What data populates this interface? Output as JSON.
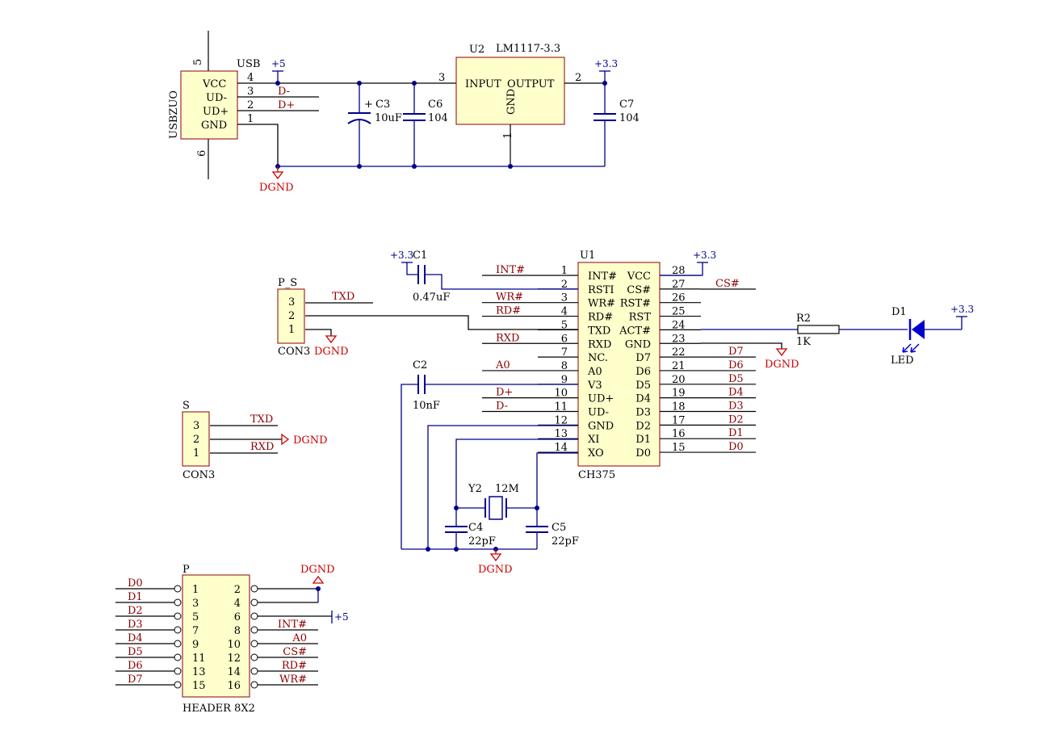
{
  "power_section": {
    "usb_connector": {
      "designator": "USBZUO",
      "label": "USB",
      "pins": [
        "VCC",
        "UD-",
        "UD+",
        "GND"
      ],
      "pin_numbers": [
        "4",
        "3",
        "2",
        "1"
      ],
      "mount_pins": [
        "5",
        "6"
      ]
    },
    "regulator": {
      "designator": "U2",
      "part": "LM1117-3.3",
      "input": "INPUT",
      "output": "OUTPUT",
      "gnd": "GND",
      "pin_in": "3",
      "pin_out": "2",
      "pin_gnd": "1"
    },
    "nets": {
      "dplus": "D+",
      "dminus": "D-"
    },
    "power_5v": "+5",
    "power_33": "+3.3",
    "c3": {
      "ref": "C3",
      "value": "10uF",
      "pol": "+"
    },
    "c6": {
      "ref": "C6",
      "value": "104"
    },
    "c7": {
      "ref": "C7",
      "value": "104"
    },
    "gnd": "DGND"
  },
  "ch375_section": {
    "chip": {
      "designator": "U1",
      "part": "CH375",
      "left_pins": [
        {
          "num": "1",
          "name": "INT#",
          "net": "INT#"
        },
        {
          "num": "2",
          "name": "RSTI",
          "net": ""
        },
        {
          "num": "3",
          "name": "WR#",
          "net": "WR#"
        },
        {
          "num": "4",
          "name": "RD#",
          "net": "RD#"
        },
        {
          "num": "5",
          "name": "TXD",
          "net": ""
        },
        {
          "num": "6",
          "name": "RXD",
          "net": "RXD"
        },
        {
          "num": "7",
          "name": "NC.",
          "net": ""
        },
        {
          "num": "8",
          "name": "A0",
          "net": "A0"
        },
        {
          "num": "9",
          "name": "V3",
          "net": ""
        },
        {
          "num": "10",
          "name": "UD+",
          "net": "D+"
        },
        {
          "num": "11",
          "name": "UD-",
          "net": "D-"
        },
        {
          "num": "12",
          "name": "GND",
          "net": ""
        },
        {
          "num": "13",
          "name": "XI",
          "net": ""
        },
        {
          "num": "14",
          "name": "XO",
          "net": ""
        }
      ],
      "right_pins": [
        {
          "num": "28",
          "name": "VCC",
          "net": ""
        },
        {
          "num": "27",
          "name": "CS#",
          "net": "CS#"
        },
        {
          "num": "26",
          "name": "RST#",
          "net": ""
        },
        {
          "num": "25",
          "name": "RST",
          "net": ""
        },
        {
          "num": "24",
          "name": "ACT#",
          "net": ""
        },
        {
          "num": "23",
          "name": "GND",
          "net": ""
        },
        {
          "num": "22",
          "name": "D7",
          "net": "D7"
        },
        {
          "num": "21",
          "name": "D6",
          "net": "D6"
        },
        {
          "num": "20",
          "name": "D5",
          "net": "D5"
        },
        {
          "num": "19",
          "name": "D4",
          "net": "D4"
        },
        {
          "num": "18",
          "name": "D3",
          "net": "D3"
        },
        {
          "num": "17",
          "name": "D2",
          "net": "D2"
        },
        {
          "num": "16",
          "name": "D1",
          "net": "D1"
        },
        {
          "num": "15",
          "name": "D0",
          "net": "D0"
        }
      ]
    },
    "c1": {
      "ref": "C1",
      "value": "0.47uF",
      "power": "+3.3"
    },
    "c2": {
      "ref": "C2",
      "value": "10nF"
    },
    "c4": {
      "ref": "C4",
      "value": "22pF"
    },
    "c5": {
      "ref": "C5",
      "value": "22pF"
    },
    "crystal": {
      "ref": "Y2",
      "value": "12M"
    },
    "r2": {
      "ref": "R2",
      "value": "1K"
    },
    "d1": {
      "ref": "D1",
      "value": "LED"
    },
    "vcc_label": "+3.3",
    "led_power": "+3.3",
    "gnd": "DGND"
  },
  "p_s_connector": {
    "designator": "P_S",
    "type": "CON3",
    "pins": [
      "3",
      "2",
      "1"
    ],
    "net_txd": "TXD",
    "gnd": "DGND"
  },
  "s_connector": {
    "designator": "S",
    "type": "CON3",
    "pins": [
      "3",
      "2",
      "1"
    ],
    "net_txd": "TXD",
    "net_rxd": "RXD",
    "gnd": "DGND"
  },
  "header": {
    "designator": "P",
    "type": "HEADER 8X2",
    "left_pins": [
      "1",
      "3",
      "5",
      "7",
      "9",
      "11",
      "13",
      "15"
    ],
    "right_pins": [
      "2",
      "4",
      "6",
      "8",
      "10",
      "12",
      "14",
      "16"
    ],
    "left_nets": [
      "D0",
      "D1",
      "D2",
      "D3",
      "D4",
      "D5",
      "D6",
      "D7"
    ],
    "right_nets": [
      "",
      "",
      "+5",
      "INT#",
      "A0",
      "CS#",
      "RD#",
      "WR#"
    ],
    "gnd": "DGND"
  }
}
